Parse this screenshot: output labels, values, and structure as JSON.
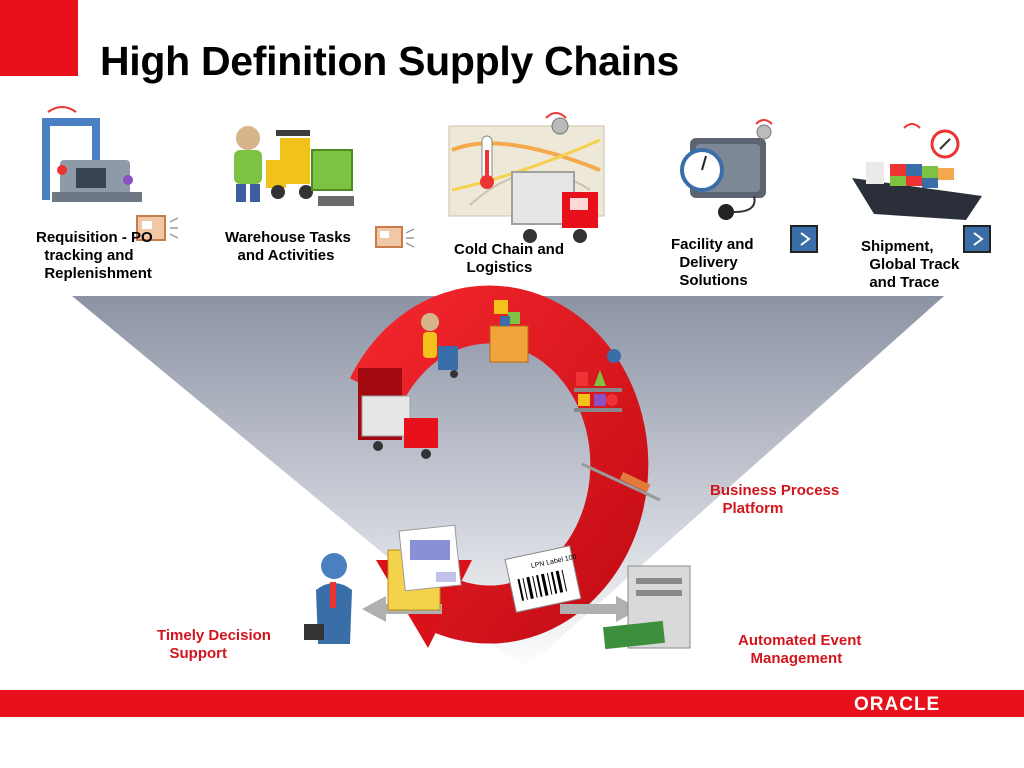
{
  "title": "High Definition Supply Chains",
  "top_items": [
    {
      "label": "Requisition - PO\n  tracking and\n  Replenishment"
    },
    {
      "label": "Warehouse Tasks\n   and Activities"
    },
    {
      "label": "Cold Chain and\n   Logistics"
    },
    {
      "label": "Facility and\n  Delivery\n  Solutions"
    },
    {
      "label": "Shipment,\n  Global Track\n  and Trace"
    }
  ],
  "platform_label": "Business Process\n   Platform",
  "decision_label": "Timely Decision\n   Support",
  "event_label": "Automated Event\n   Management",
  "barcode_label": "LPN Label 100",
  "logo": "ORACLE",
  "colors": {
    "brand_red": "#e8111b",
    "label_red": "#d2141c"
  }
}
